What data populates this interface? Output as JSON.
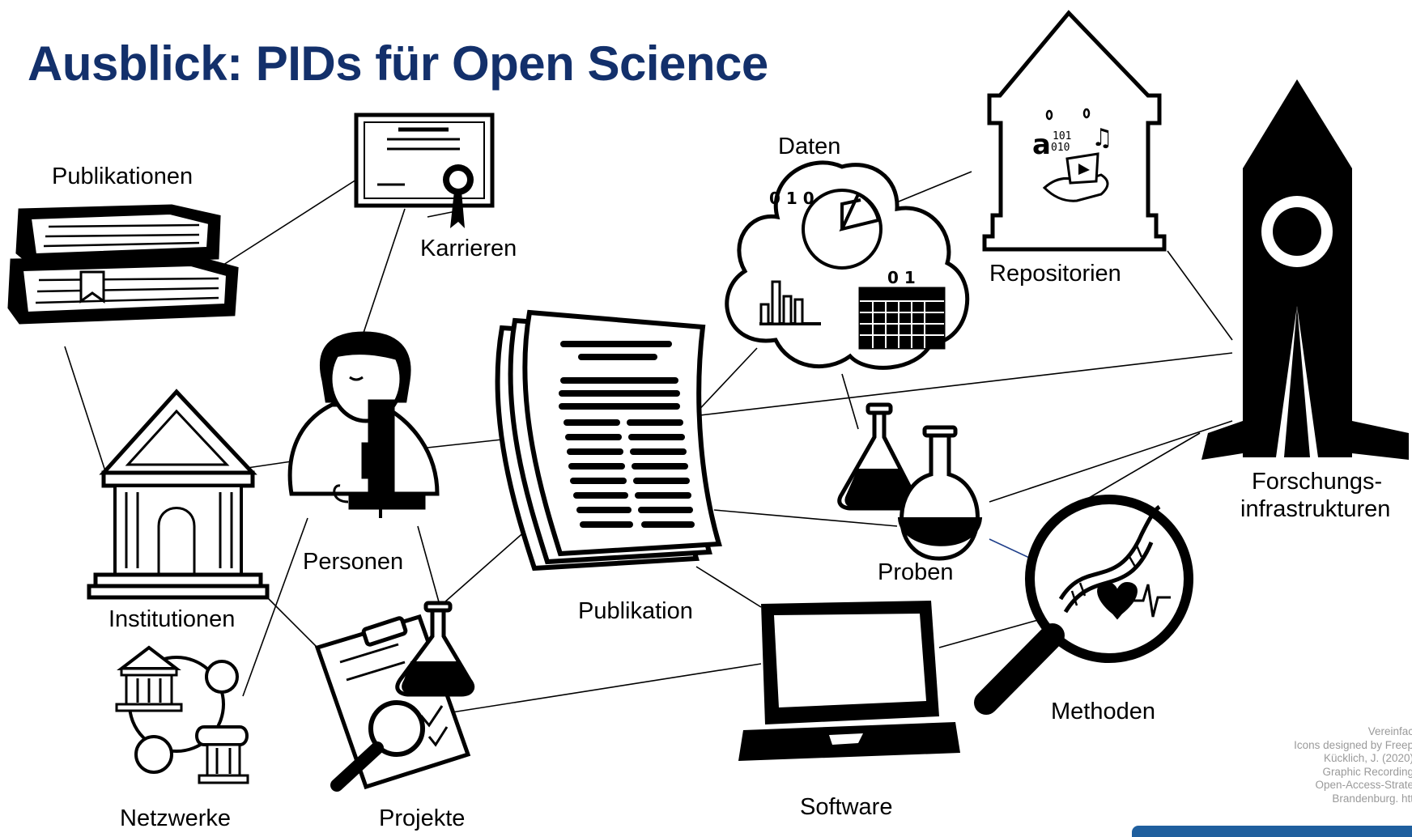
{
  "title": "Ausblick: PIDs für Open Science",
  "colors": {
    "title": "#13306b",
    "ink": "#000000",
    "link_highlight": "#1f3f8a",
    "footer_bar": "#1f5f9e",
    "credit_text": "#9a9a9a"
  },
  "nodes": {
    "publikationen": "Publikationen",
    "karrieren": "Karrieren",
    "daten": "Daten",
    "repositorien": "Repositorien",
    "forschungsinfrastrukturen_line1": "Forschungs-",
    "forschungsinfrastrukturen_line2": "infrastrukturen",
    "personen": "Personen",
    "institutionen": "Institutionen",
    "publikation": "Publikation",
    "proben": "Proben",
    "methoden": "Methoden",
    "software": "Software",
    "netzwerke": "Netzwerke",
    "projekte": "Projekte"
  },
  "icons": {
    "publikationen": "books-stack-icon",
    "karrieren": "certificate-icon",
    "daten": "data-cloud-icon",
    "repositorien": "repository-house-icon",
    "forschungsinfrastrukturen": "rocket-icon",
    "personen": "scientist-microscope-icon",
    "institutionen": "institution-building-icon",
    "publikation": "paper-document-icon",
    "proben": "flasks-icon",
    "methoden": "magnifier-dna-icon",
    "software": "laptop-icon",
    "netzwerke": "network-icon",
    "projekte": "clipboard-flask-icon"
  },
  "credits": [
    "Vereinfac",
    "Icons designed by Freep",
    "Kücklich, J. (2020)",
    "Graphic Recording",
    "Open-Access-Strate",
    "Brandenburg. htt"
  ]
}
